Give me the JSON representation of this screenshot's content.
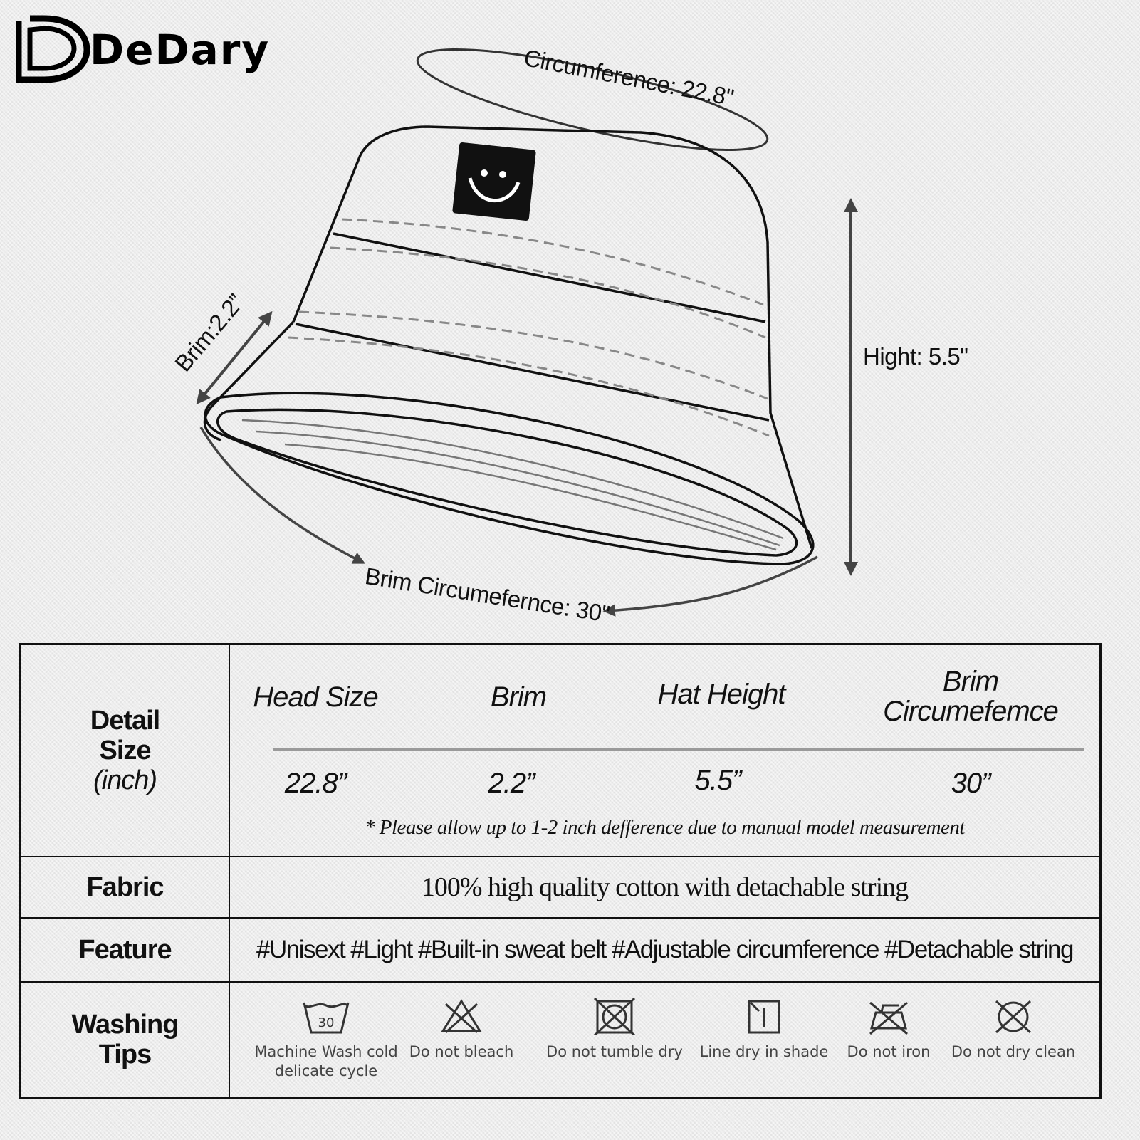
{
  "brand": {
    "name": "DeDary"
  },
  "diagram": {
    "circumference_label": "Circumference: 22.8\"",
    "brim_label": "Brim:2.2”",
    "height_label": "Hight: 5.5\"",
    "brim_circumference_label": "Brim Circumefernce: 30\""
  },
  "table": {
    "detail_label_line1": "Detail",
    "detail_label_line2": "Size",
    "detail_label_unit": "(inch)",
    "columns": [
      {
        "header": "Head Size",
        "value": "22.8”"
      },
      {
        "header": "Brim",
        "value": "2.2”"
      },
      {
        "header": "Hat Height",
        "value": "5.5”"
      },
      {
        "header_line1": "Brim",
        "header_line2": "Circumefemce",
        "value": "30”"
      }
    ],
    "note": "* Please allow up to 1-2 inch defference due to manual model measurement",
    "fabric_label": "Fabric",
    "fabric_text": "100% high quality cotton with detachable string",
    "feature_label": "Feature",
    "feature_text": "#Unisext #Light #Built-in sweat belt #Adjustable circumference #Detachable string",
    "washing_label_line1": "Washing",
    "washing_label_line2": "Tips",
    "washing_tips": [
      {
        "icon": "wash-30-icon",
        "line1": "Machine Wash cold",
        "line2": "delicate cycle",
        "temp": "30"
      },
      {
        "icon": "no-bleach-icon",
        "line1": "Do not bleach"
      },
      {
        "icon": "no-tumble-dry-icon",
        "line1": "Do not tumble dry"
      },
      {
        "icon": "line-dry-shade-icon",
        "line1": "Line dry in shade"
      },
      {
        "icon": "no-iron-icon",
        "line1": "Do not iron"
      },
      {
        "icon": "no-dry-clean-icon",
        "line1": "Do not dry clean"
      }
    ]
  }
}
